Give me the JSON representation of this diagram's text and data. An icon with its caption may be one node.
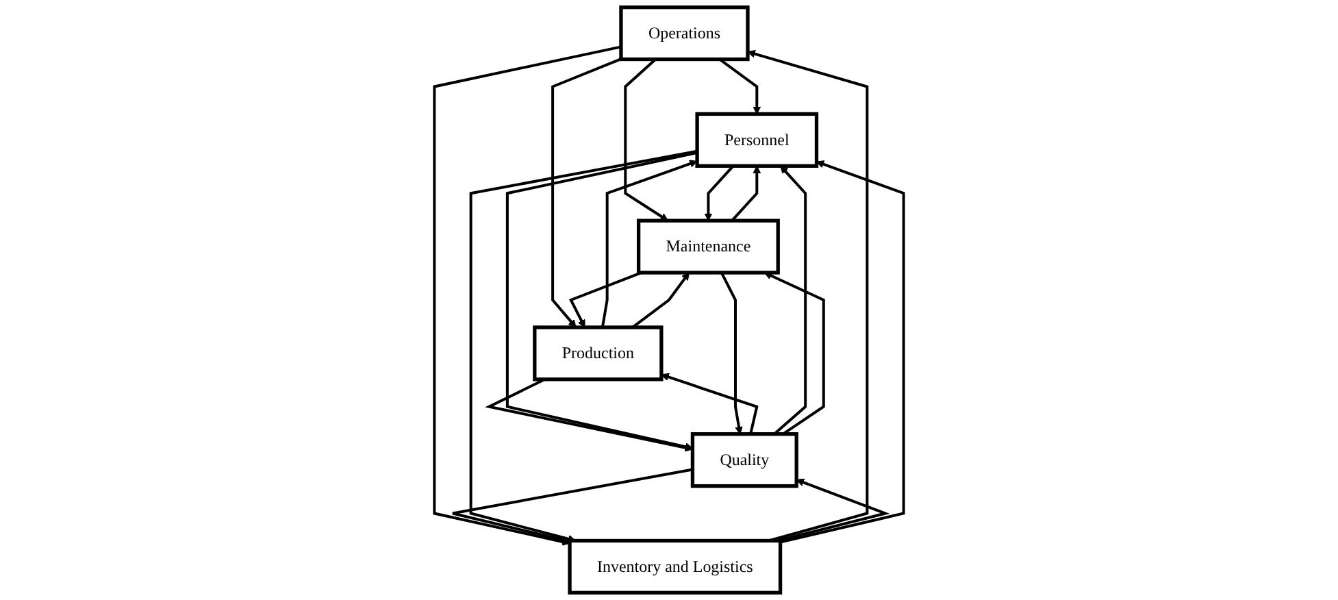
{
  "diagram": {
    "nodes": [
      {
        "text": [
          "Operations"
        ]
      },
      {
        "text": [
          "Personnel"
        ]
      },
      {
        "text": [
          "Production"
        ]
      },
      {
        "text": [
          "Maintenance"
        ]
      },
      {
        "text": [
          "Quality"
        ]
      },
      {
        "text": [
          "Inventory and Logistics"
        ]
      }
    ],
    "edges": [
      {
        "from": 0,
        "to": 1,
        "arrow": "to"
      },
      {
        "from": 0,
        "to": 2,
        "arrow": "to"
      },
      {
        "from": 0,
        "to": 3,
        "arrow": "to"
      },
      {
        "from": 0,
        "to": 5,
        "arrow": "to"
      },
      {
        "from": 5,
        "to": 0,
        "arrow": "to"
      },
      {
        "from": 2,
        "to": 1,
        "arrow": "to"
      },
      {
        "from": 2,
        "to": 3,
        "arrow": "to"
      },
      {
        "from": 3,
        "to": 2,
        "arrow": "to"
      },
      {
        "from": 1,
        "to": 3,
        "arrow": "to"
      },
      {
        "from": 3,
        "to": 1,
        "arrow": "to"
      },
      {
        "from": 2,
        "to": 4,
        "arrow": "to"
      },
      {
        "from": 4,
        "to": 2,
        "arrow": "to"
      },
      {
        "from": 4,
        "to": 1,
        "arrow": "to"
      },
      {
        "from": 4,
        "to": 3,
        "arrow": "to"
      },
      {
        "from": 1,
        "to": 4,
        "arrow": "to"
      },
      {
        "from": 3,
        "to": 4,
        "arrow": "to"
      },
      {
        "from": 4,
        "to": 5,
        "arrow": "to"
      },
      {
        "from": 5,
        "to": 4,
        "arrow": "to"
      },
      {
        "from": 1,
        "to": 5,
        "arrow": "to"
      },
      {
        "from": 5,
        "to": 1,
        "arrow": "to"
      }
    ]
  }
}
